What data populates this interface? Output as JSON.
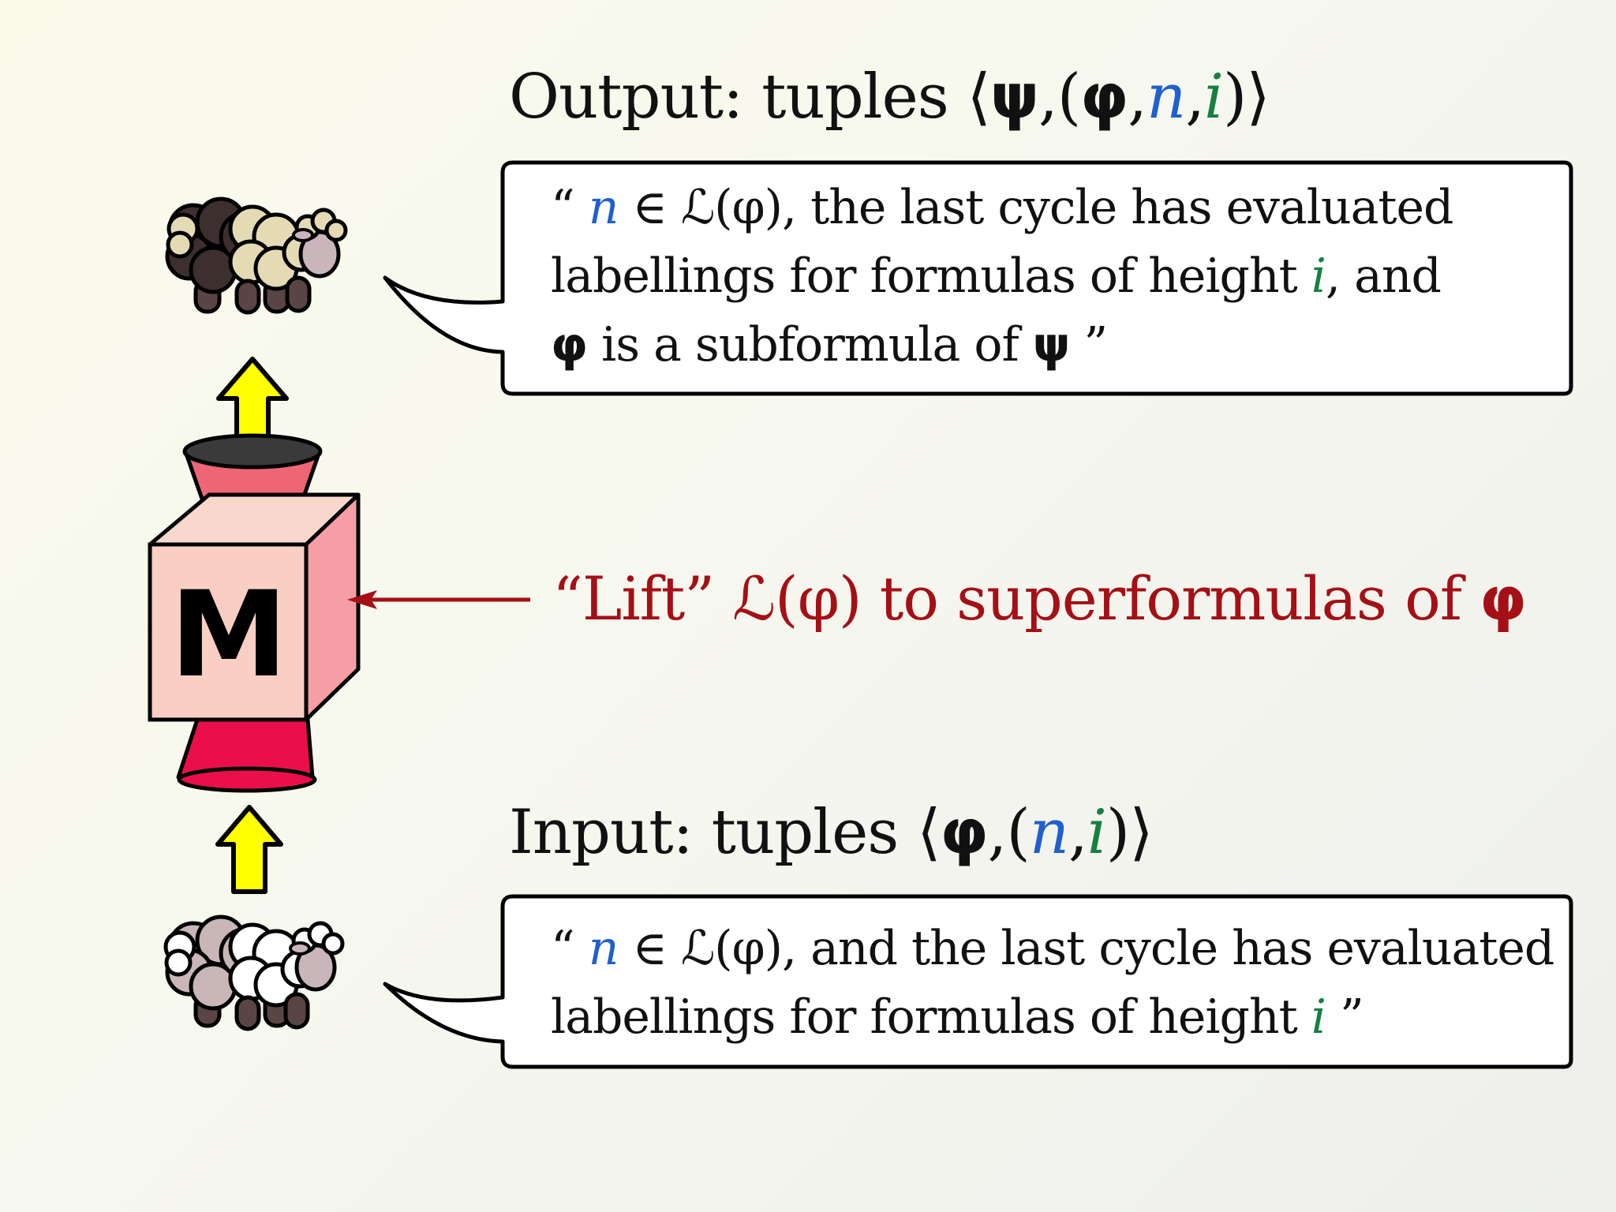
{
  "output": {
    "heading": "Output: tuples",
    "tuple": {
      "psi": "ψ",
      "phi": "φ",
      "n": "n",
      "i": "i"
    },
    "line1": {
      "n": "n",
      "a": " ∈ ",
      "b": "ℒ(φ), the last cycle has evaluated"
    },
    "line2": {
      "a": "labellings for formulas of height ",
      "i": "i",
      "b": ", and"
    },
    "line3": {
      "phi": "φ",
      "a": " is a subformula of ",
      "psi": "ψ",
      "b": " ”"
    }
  },
  "input": {
    "heading": "Input: tuples",
    "tuple": {
      "phi": "φ",
      "n": "n",
      "i": "i"
    },
    "line1": {
      "n": "n",
      "a": " ∈ ",
      "b": "ℒ(φ), and the last cycle has evaluated"
    },
    "line2": {
      "a": "labellings for formulas of height ",
      "i": "i",
      "b": " ”"
    }
  },
  "machine": {
    "label": "M"
  },
  "lift": {
    "text": "“Lift” ℒ(φ) to superformulas of ",
    "phi": "φ"
  },
  "colors": {
    "n_variable": "#1f5fcf",
    "i_variable": "#168043",
    "lift_text": "#a50f16",
    "arrow": "#ffff00",
    "machine_front": "#f8cfc2",
    "machine_side": "#f59ea5",
    "funnel_top": "#ee6676",
    "funnel_bottom": "#ea0f4a"
  },
  "icons": {
    "output_sheep": "dark-sheep-icon",
    "input_sheep": "light-sheep-icon",
    "up_arrows": "up-arrow-icon",
    "machine": "machine-box-icon"
  }
}
